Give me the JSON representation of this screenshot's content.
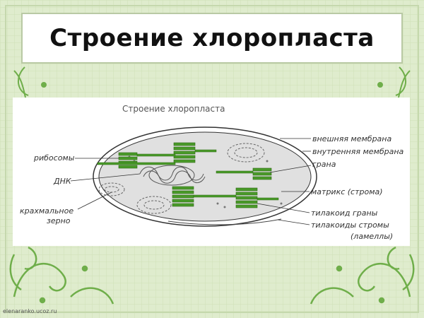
{
  "slide": {
    "title": "Строение хлоропласта",
    "credit": "elenaranko.ucoz.ru"
  },
  "diagram": {
    "heading": "Строение  хлоропласта",
    "labels_left": {
      "ribosomes": "рибосомы",
      "dna": "ДНК",
      "starch_line1": "крахмальное",
      "starch_line2": "зерно"
    },
    "labels_right": {
      "outer_membrane": "внешняя мембрана",
      "inner_membrane": "внутренняя мембрана",
      "grana": "грана",
      "matrix": "матрикс (строма)",
      "granum_thylakoid": "тилакоид граны",
      "stroma_thylakoids": "тилакоиды стромы",
      "lamellae": "(ламеллы)"
    }
  },
  "colors": {
    "background": "#dfeccd",
    "stroma": "#e0e0e0",
    "thylakoid": "#4a9a2a",
    "frame_swirl": "#6fae4a"
  }
}
